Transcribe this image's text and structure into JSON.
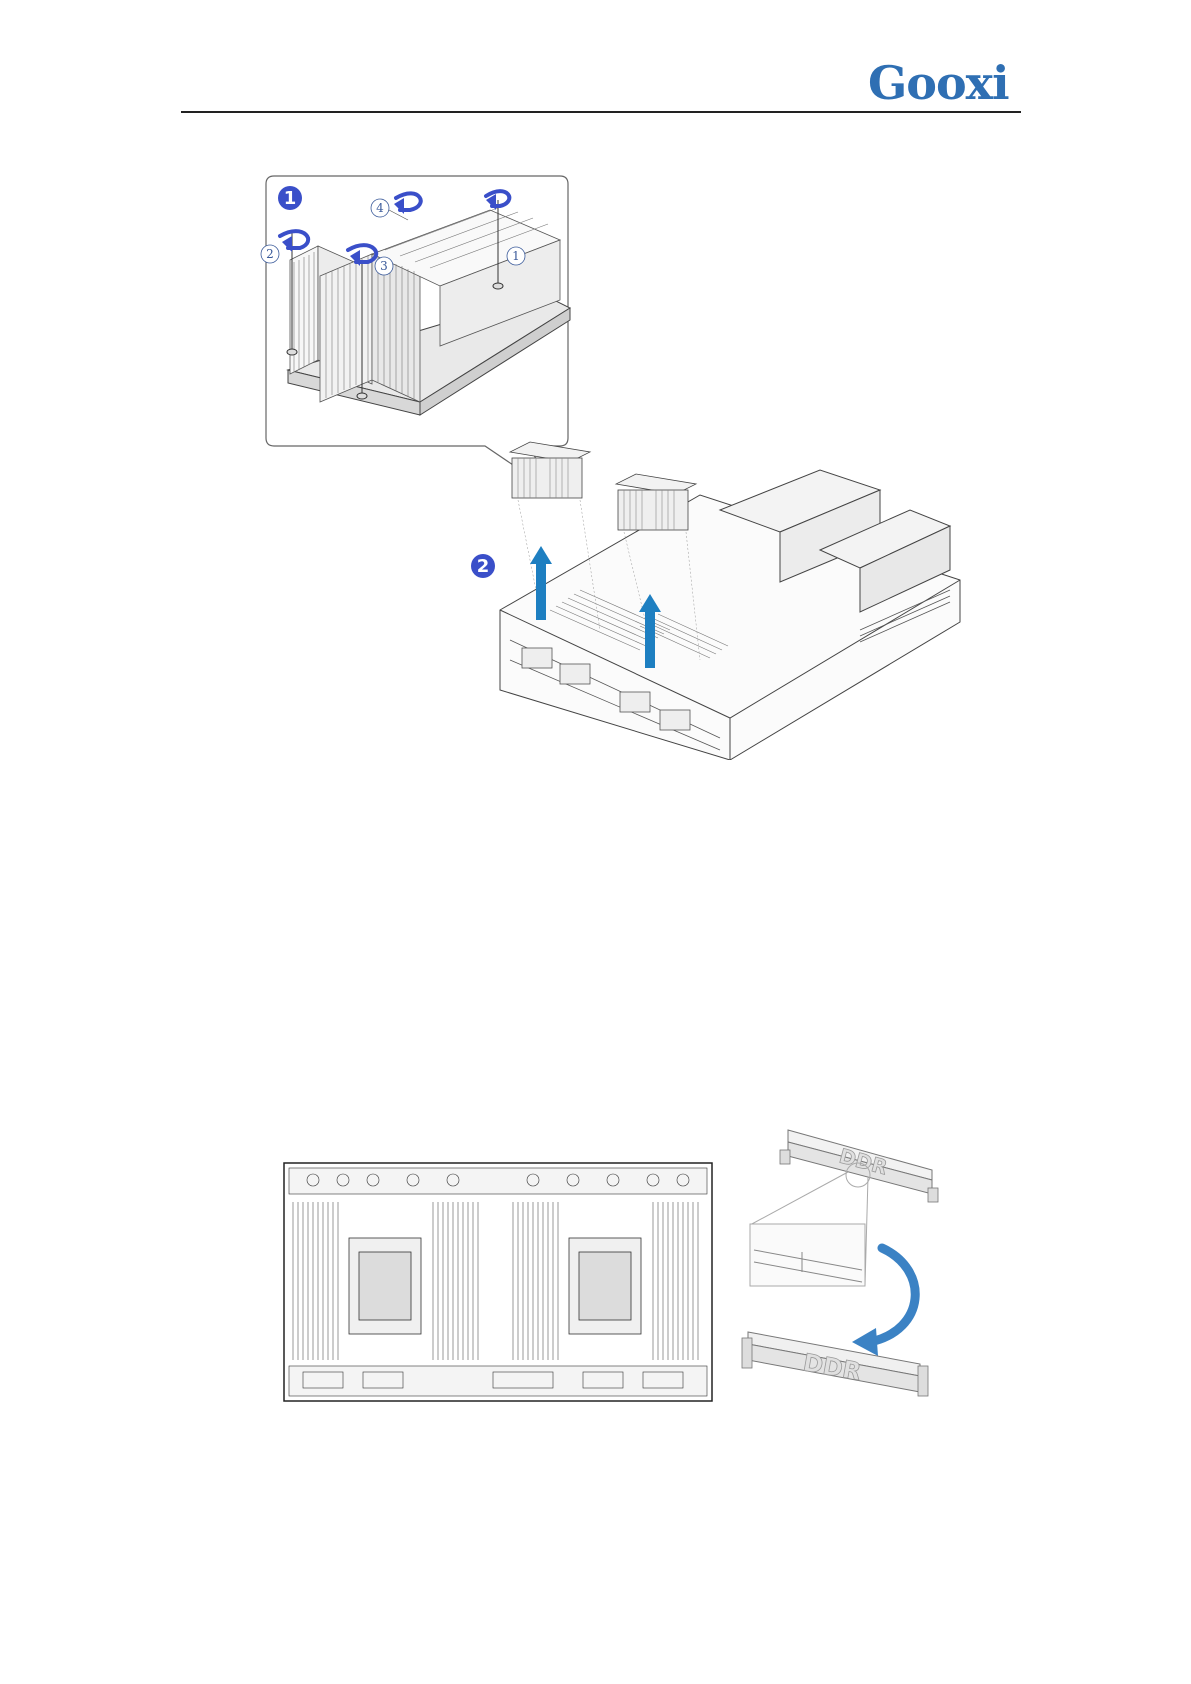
{
  "header": {
    "logo_text": "Gooxi",
    "brand_color": "#2f6fb3"
  },
  "figure_heatsink_removal": {
    "step_badges": [
      "1",
      "2"
    ],
    "screw_order_labels": [
      "1",
      "2",
      "3",
      "4"
    ],
    "arrow_color": "#3a4fc9",
    "lift_arrow_color": "#1e7fc1"
  },
  "figure_memory": {
    "module_labels": [
      "DDR",
      "DDR"
    ],
    "rotate_arrow_color": "#3b82c4"
  }
}
